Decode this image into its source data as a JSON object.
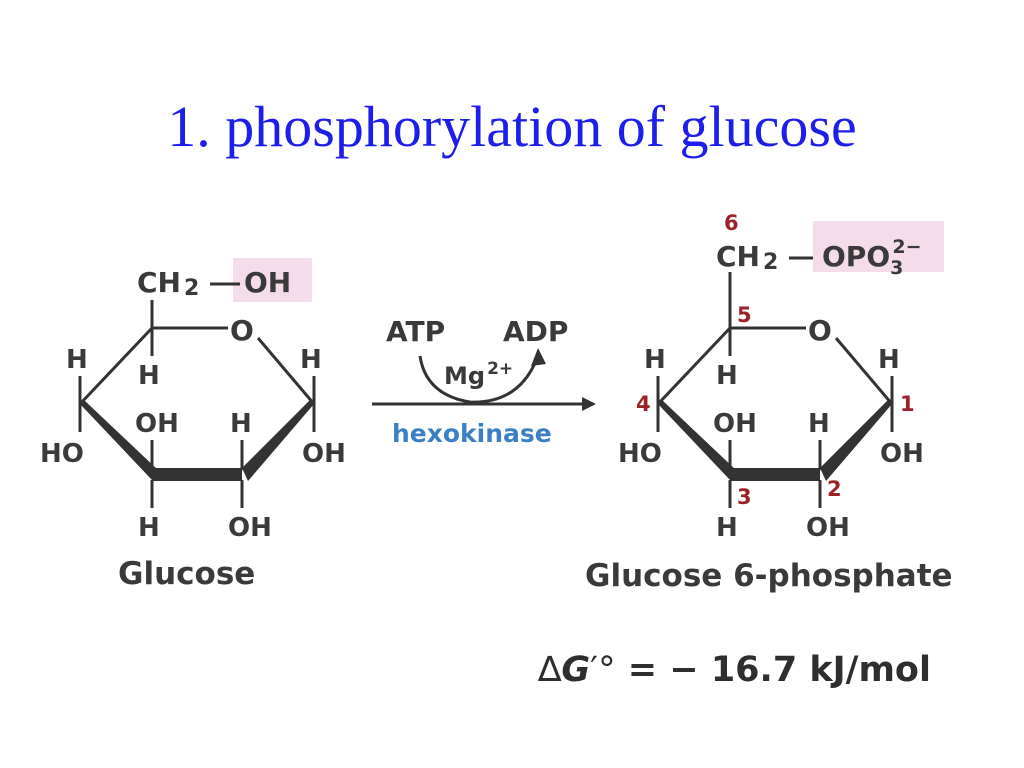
{
  "slide": {
    "title": "1. phosphorylation of glucose"
  },
  "glucose": {
    "ch2": "CH",
    "ch2_sub": "2",
    "oh_group": "OH",
    "ring_o": "O",
    "h_c5": "H",
    "h_c4_top": "H",
    "h_c1_top": "H",
    "ho_c4": "HO",
    "oh_c1": "OH",
    "oh_c3": "OH",
    "h_c2_top": "H",
    "h_c3_bottom": "H",
    "oh_c2_bottom": "OH",
    "name": "Glucose"
  },
  "reaction": {
    "atp": "ATP",
    "adp": "ADP",
    "mg": "Mg",
    "mg_charge": "2+",
    "enzyme": "hexokinase"
  },
  "product": {
    "ch2": "CH",
    "ch2_sub": "2",
    "phosphate": "OPO",
    "phosphate_sub": "3",
    "phosphate_charge": "2−",
    "ring_o": "O",
    "h_c5": "H",
    "h_c4_top": "H",
    "h_c1_top": "H",
    "ho_c4": "HO",
    "oh_c1": "OH",
    "oh_c3": "OH",
    "h_c2_top": "H",
    "h_c3_bottom": "H",
    "oh_c2_bottom": "OH",
    "carbon_numbers": [
      "6",
      "5",
      "4",
      "1",
      "3",
      "2"
    ],
    "name": "Glucose 6-phosphate"
  },
  "energy": {
    "delta": "∆",
    "g": "G",
    "prime": "′°",
    "equals": "=",
    "minus": "−",
    "value": "16.7",
    "unit": "kJ/mol"
  },
  "colors": {
    "title": "#1e1eea",
    "highlight": "#f4dcea",
    "carbon_number": "#9b2227",
    "enzyme": "#3b7fc4",
    "text": "#3a3a3a"
  }
}
